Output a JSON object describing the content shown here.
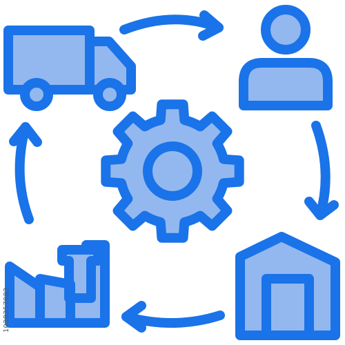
{
  "icon": {
    "concept": "supply-chain-cycle",
    "stroke_color": "#1a73e8",
    "fill_color": "#93b8f0",
    "background": "#ffffff",
    "parts": [
      "truck-icon",
      "user-icon",
      "warehouse-icon",
      "factory-icon",
      "gear-icon",
      "cycle-arrow-icons"
    ]
  },
  "watermark": {
    "id_text": "1028357982"
  }
}
